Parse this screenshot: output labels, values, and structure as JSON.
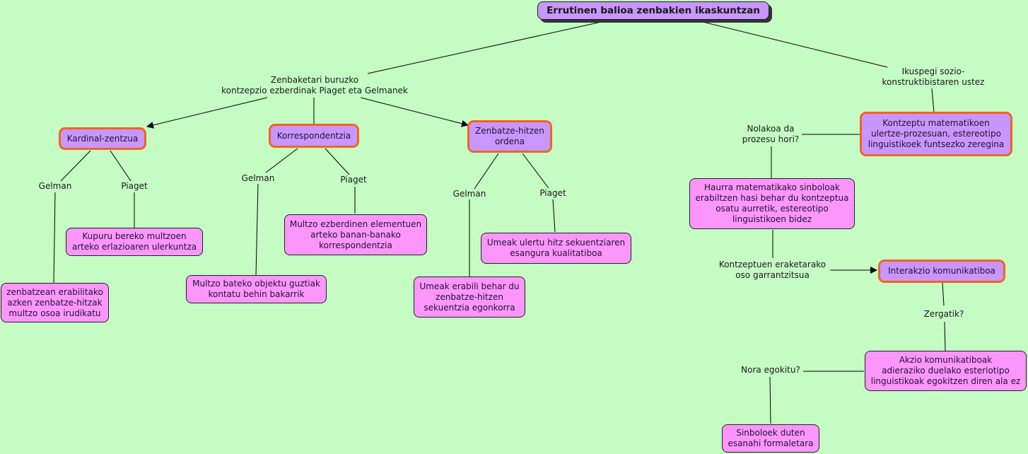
{
  "root": {
    "title": "Errutinen balioa zenbakien ikaskuntzan"
  },
  "links": {
    "main_left": "Zenbaketari buruzko\nkontzepzio ezberdinak Piaget eta Gelmanek",
    "main_right": "Ikuspegi sozio-\nkonstruktibistaren ustez",
    "gelman": "Gelman",
    "piaget": "Piaget",
    "nolakoa": "Nolakoa da\nprozesu hori?",
    "kontzeptuen": "Kontzeptuen eraketarako\noso garrantzitsua",
    "zergatik": "Zergatik?",
    "nora": "Nora egokitu?"
  },
  "concepts": {
    "kardinal": "Kardinal-zentzua",
    "korrespondentzia": "Korrespondentzia",
    "zenbatze_ordena": "Zenbatze-hitzen\nordena",
    "kontzeptu_matematikoen": "Kontzeptu matematikoen\nulertze-prozesuan, estereotipo\nlinguistikoek funtsezko zeregina",
    "interakzio": "Interakzio komunikatiboa"
  },
  "leaves": {
    "kupuru": "Kupuru bereko multzoen\narteko erlazioaren ulerkuntza",
    "zenbatzean": "zenbatzean erabilitako\nazken zenbatze-hitzak\nmultzo osoa irudikatu",
    "multzo_ezberdinen": "Multzo ezberdinen elementuen\narteko banan-banako\nkorrespondentzia",
    "multzo_bateko": "Multzo bateko objektu guztiak\nkontatu behin bakarrik",
    "umeak_ulertu": "Umeak ulertu hitz sekuentziaren\nesangura kualitatiboa",
    "umeak_erabili": "Umeak erabili behar du\nzenbatze-hitzen\nsekuentzia egonkorra",
    "haurra": "Haurra matematikako sinboloak\nerabiltzen hasi behar du kontzeptua\nosatu aurretik, estereotipo\nlinguistikoen bidez",
    "akzio": "Akzio komunikatiboak\nadieraziko duelako esteriotipo\nlinguistikoak egokitzen diren ala ez",
    "sinboloek": "Sinboloek duten\nesanahi formaletara"
  },
  "colors": {
    "background": "#c4fcc4",
    "concept_fill": "#c896fc",
    "concept_border": "#ee6622",
    "leaf_fill": "#fc96fc"
  }
}
